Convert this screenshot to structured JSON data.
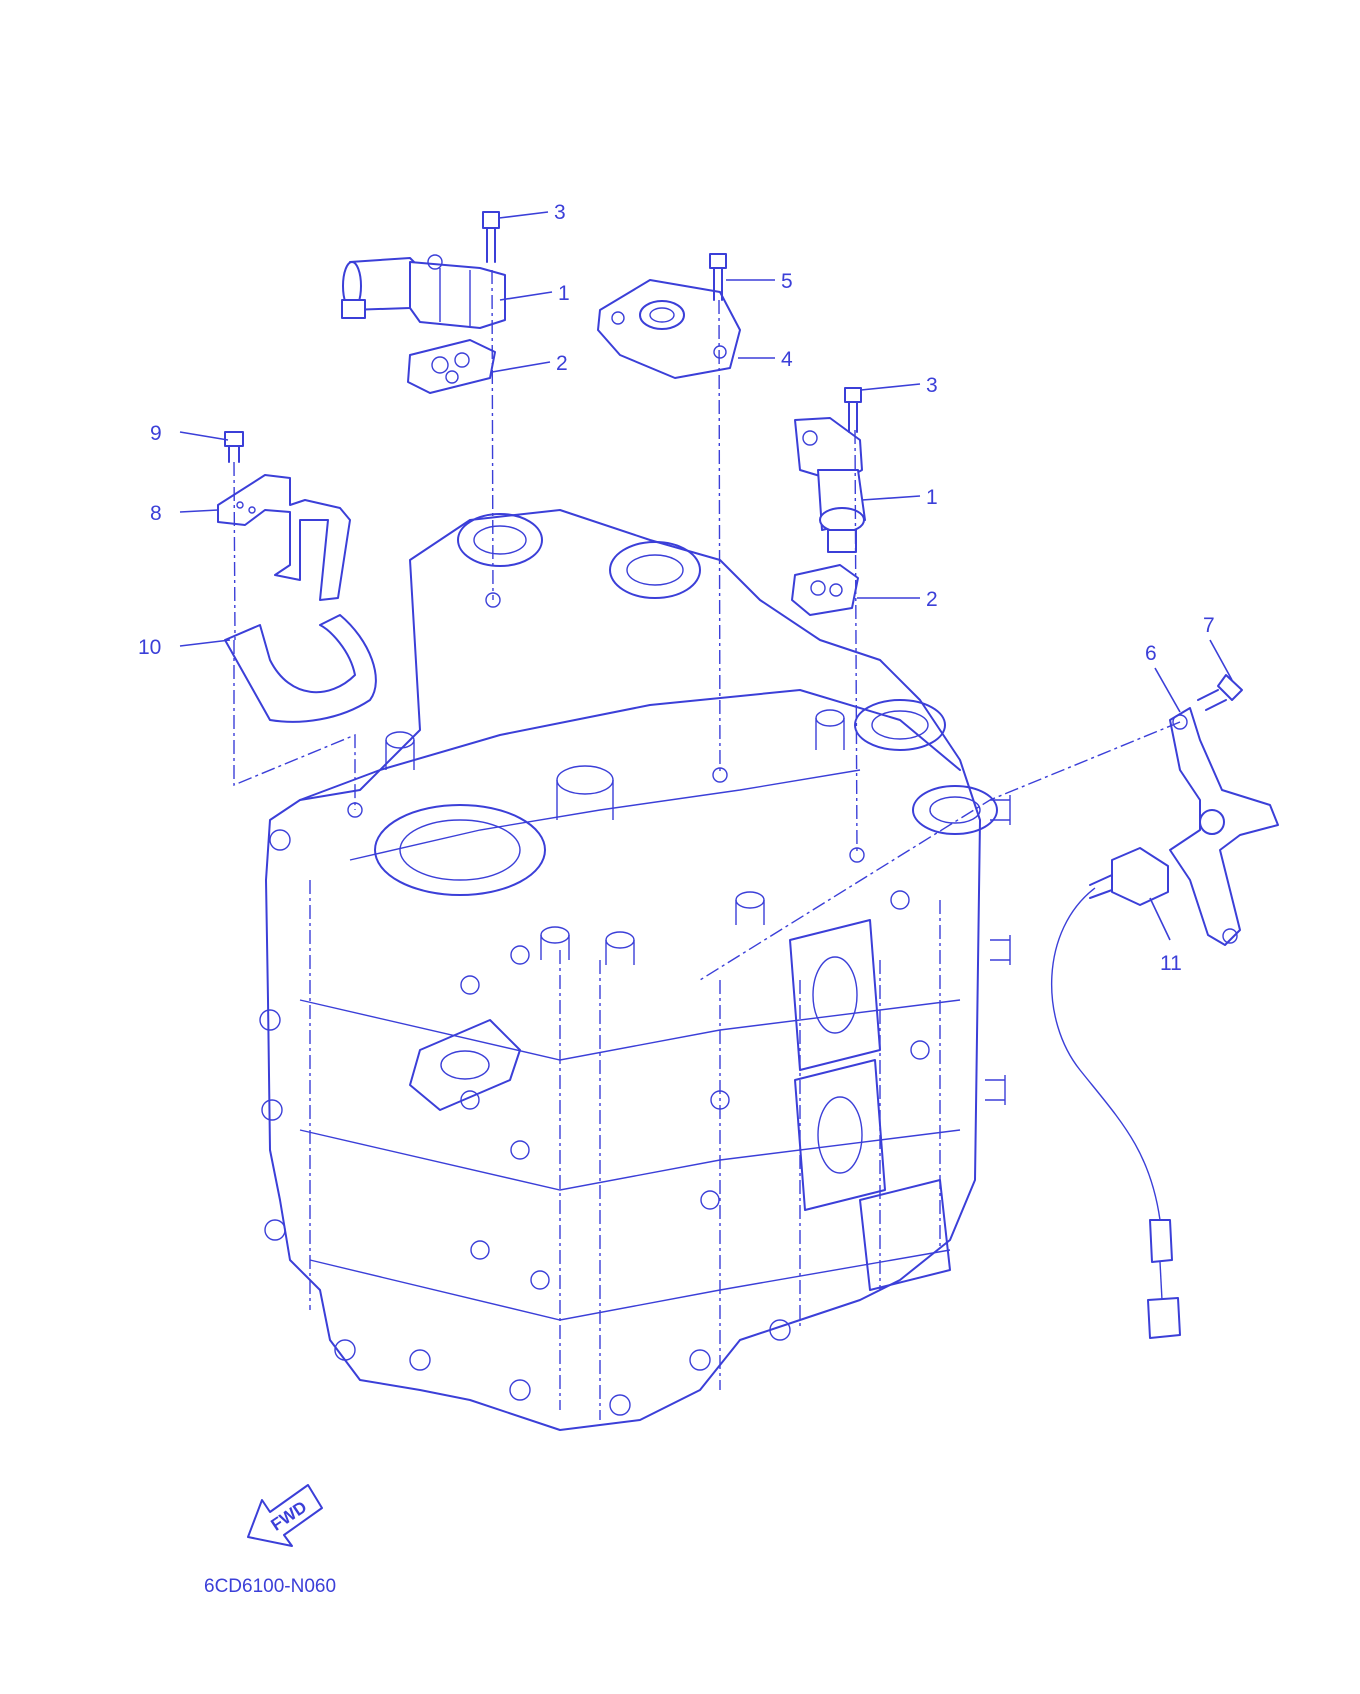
{
  "diagram": {
    "figure_code": "6CD6100-N060",
    "direction_label": "FWD",
    "colors": {
      "line": "#3b3fd8",
      "background": "#ffffff"
    },
    "callouts": [
      {
        "id": "c3a",
        "label": "3"
      },
      {
        "id": "c1a",
        "label": "1"
      },
      {
        "id": "c2a",
        "label": "2"
      },
      {
        "id": "c5",
        "label": "5"
      },
      {
        "id": "c4",
        "label": "4"
      },
      {
        "id": "c3b",
        "label": "3"
      },
      {
        "id": "c1b",
        "label": "1"
      },
      {
        "id": "c2b",
        "label": "2"
      },
      {
        "id": "c9",
        "label": "9"
      },
      {
        "id": "c8",
        "label": "8"
      },
      {
        "id": "c10",
        "label": "10"
      },
      {
        "id": "c7",
        "label": "7"
      },
      {
        "id": "c6",
        "label": "6"
      },
      {
        "id": "c11",
        "label": "11"
      }
    ]
  }
}
